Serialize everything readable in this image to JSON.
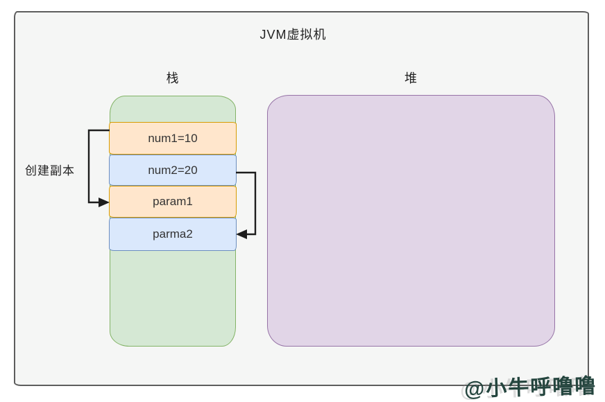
{
  "window": {
    "title": "JVM虚拟机"
  },
  "diagram": {
    "stack": {
      "label": "栈",
      "fill": "#d5e8d4",
      "stroke": "#82b366",
      "frames": [
        {
          "label": "num1=10",
          "fill": "#ffe6cc",
          "stroke": "#d79b00"
        },
        {
          "label": "num2=20",
          "fill": "#dae8fc",
          "stroke": "#6c8ebf"
        },
        {
          "label": "param1",
          "fill": "#ffe6cc",
          "stroke": "#d79b00"
        },
        {
          "label": "parma2",
          "fill": "#dae8fc",
          "stroke": "#6c8ebf"
        }
      ]
    },
    "heap": {
      "label": "堆",
      "fill": "#e1d5e7",
      "stroke": "#9673a6"
    },
    "annotation": {
      "label": "创建副本"
    },
    "arrows": [
      {
        "from": "num1=10",
        "to": "param1",
        "side": "left",
        "color": "#1d1d1d"
      },
      {
        "from": "num2=20",
        "to": "parma2",
        "side": "right",
        "color": "#1d1d1d"
      }
    ],
    "frame_border": "#5d5d5d",
    "canvas_background": "#f5f6f5"
  },
  "watermark": {
    "text": "@小牛呼噜噜",
    "color": "#24453e"
  }
}
